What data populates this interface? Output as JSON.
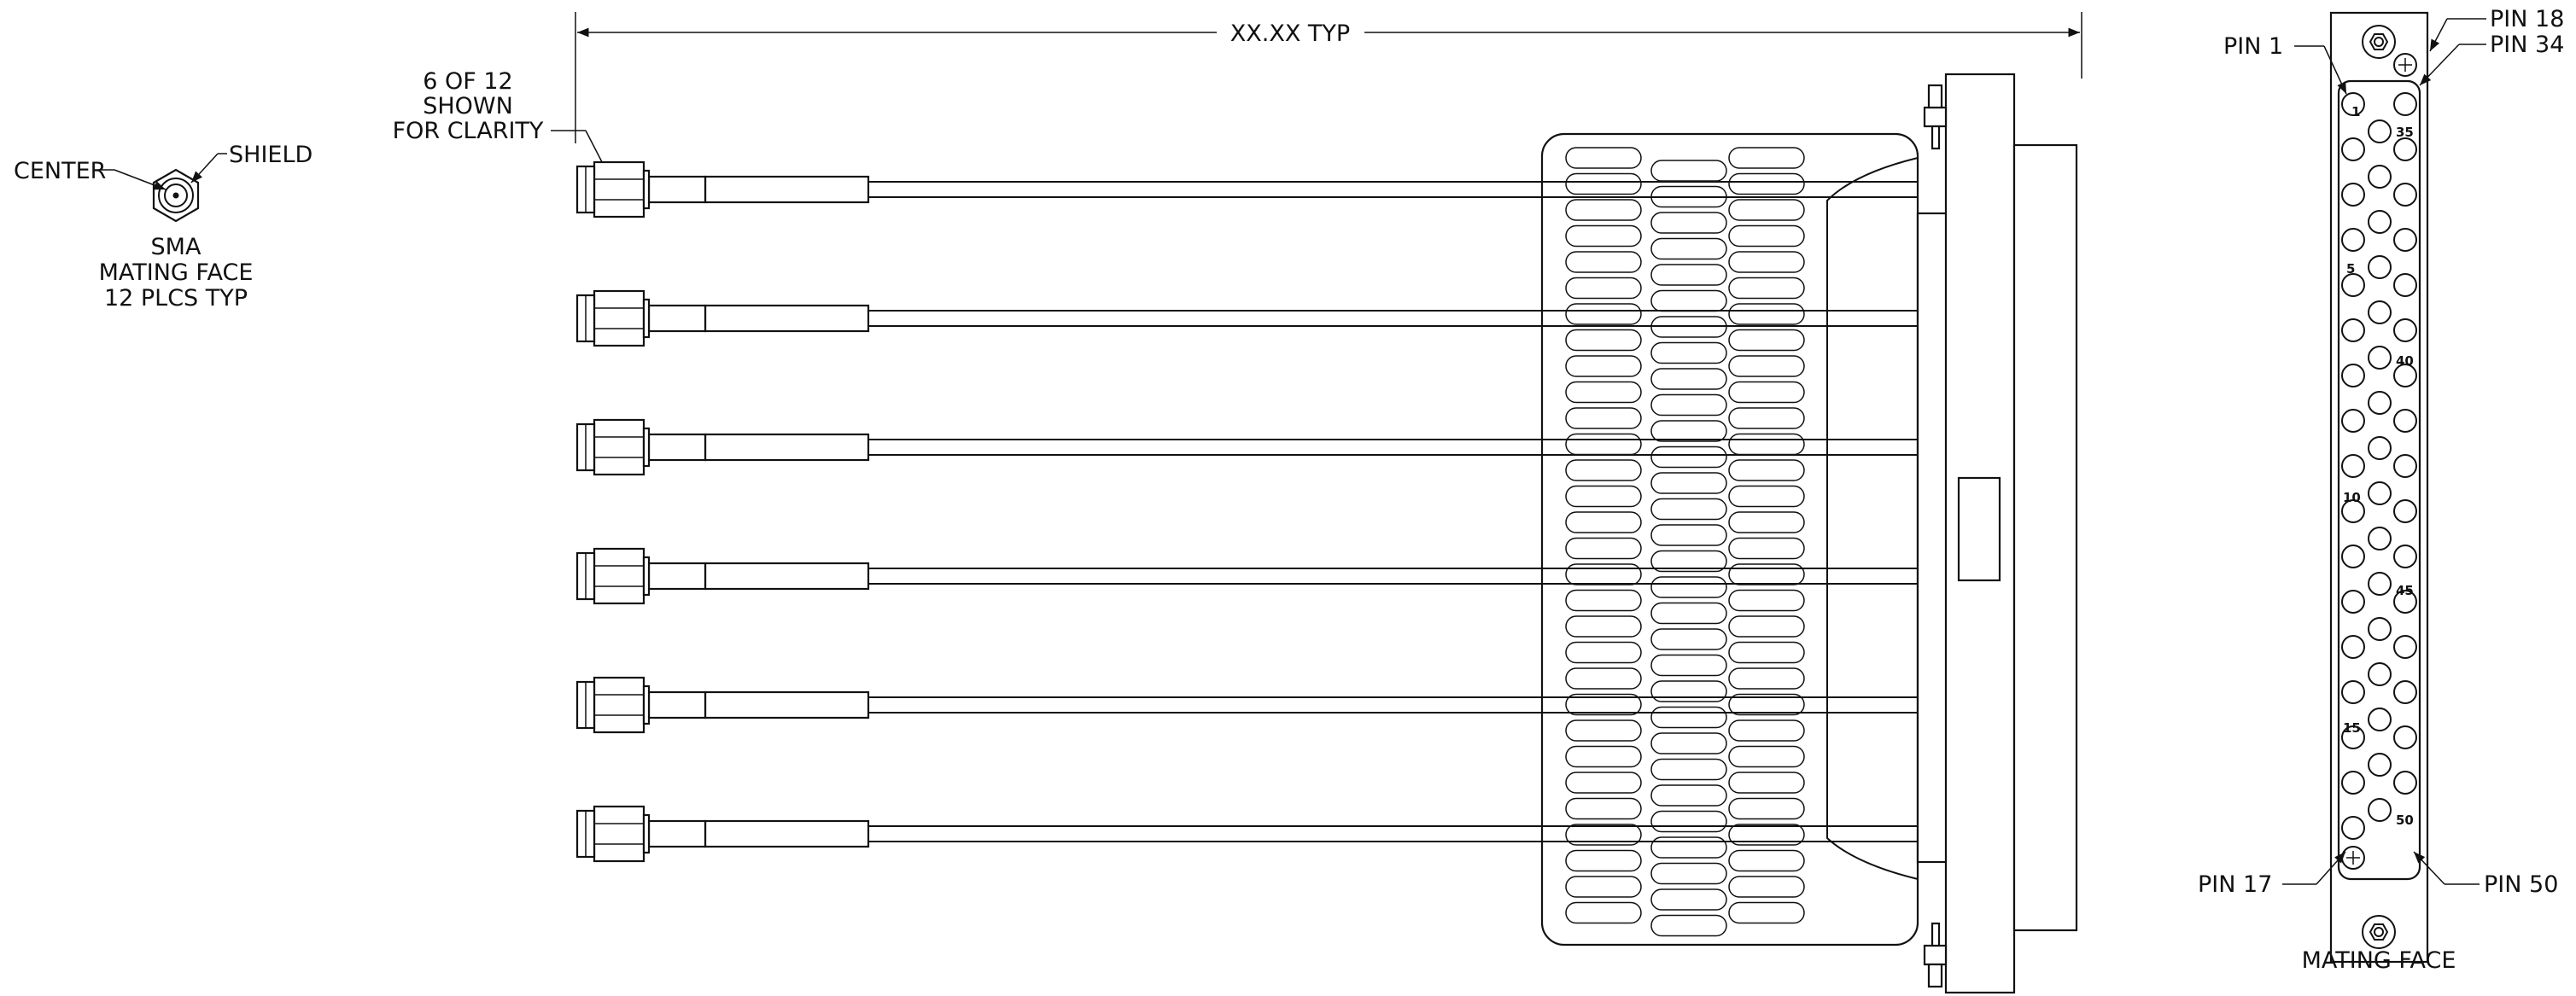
{
  "dimension": {
    "text": "XX.XX TYP"
  },
  "callouts": {
    "shown_note": [
      "6 OF 12",
      "SHOWN",
      "FOR CLARITY"
    ],
    "sma_center": "CENTER",
    "sma_shield": "SHIELD",
    "sma_caption": [
      "SMA",
      "MATING FACE",
      "12 PLCS TYP"
    ]
  },
  "mating_face": {
    "caption": "MATING FACE",
    "pin_labels": {
      "pin1": "PIN 1",
      "pin17": "PIN 17",
      "pin18": "PIN 18",
      "pin34": "PIN 34",
      "pin50": "PIN 50"
    },
    "row_numbers": [
      "1",
      "5",
      "10",
      "15",
      "35",
      "40",
      "45",
      "50"
    ]
  },
  "assembly": {
    "cable_count_shown": 6,
    "cable_count_total": 12,
    "pin_count": 50
  }
}
